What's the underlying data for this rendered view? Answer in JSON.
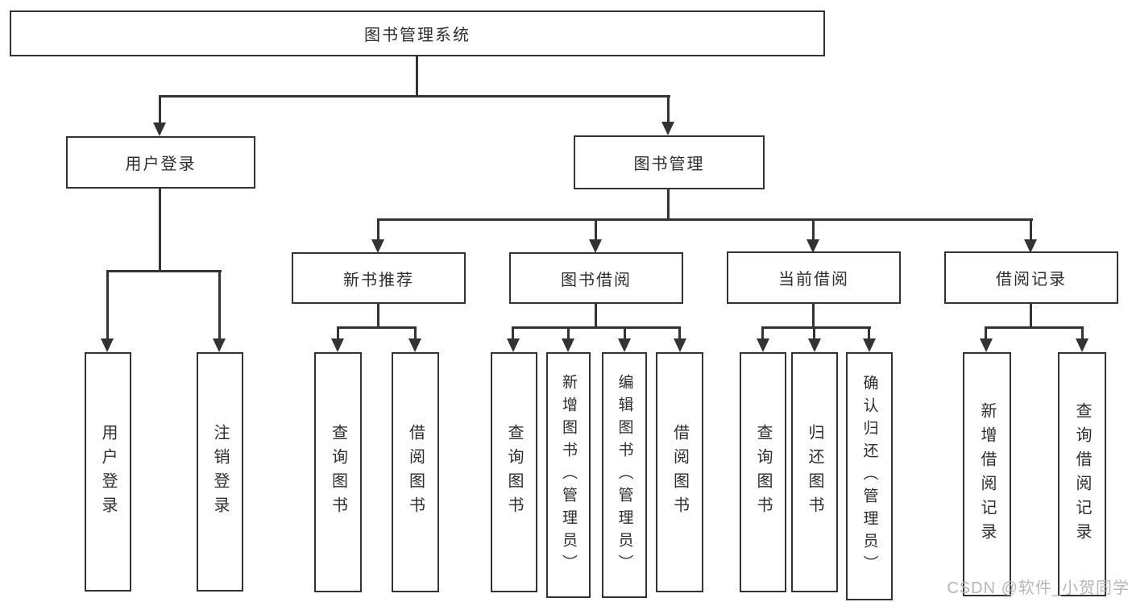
{
  "diagram": {
    "root": "图书管理系统",
    "branches": [
      {
        "label": "用户登录",
        "children": [
          "用户登录",
          "注销登录"
        ]
      },
      {
        "label": "图书管理",
        "sections": [
          {
            "label": "新书推荐",
            "children": [
              "查询图书",
              "借阅图书"
            ]
          },
          {
            "label": "图书借阅",
            "children": [
              "查询图书",
              "新增图书（管理员）",
              "编辑图书（管理员）",
              "借阅图书"
            ]
          },
          {
            "label": "当前借阅",
            "children": [
              "查询图书",
              "归还图书",
              "确认归还（管理员）"
            ]
          },
          {
            "label": "借阅记录",
            "children": [
              "新增借阅记录",
              "查询借阅记录"
            ]
          }
        ]
      }
    ]
  },
  "watermark": {
    "text": "CSDN @软件_小贺同学"
  },
  "colors": {
    "line": "#333333",
    "box_border": "#333333",
    "background": "#ffffff",
    "watermark": "#b6b6b6"
  }
}
